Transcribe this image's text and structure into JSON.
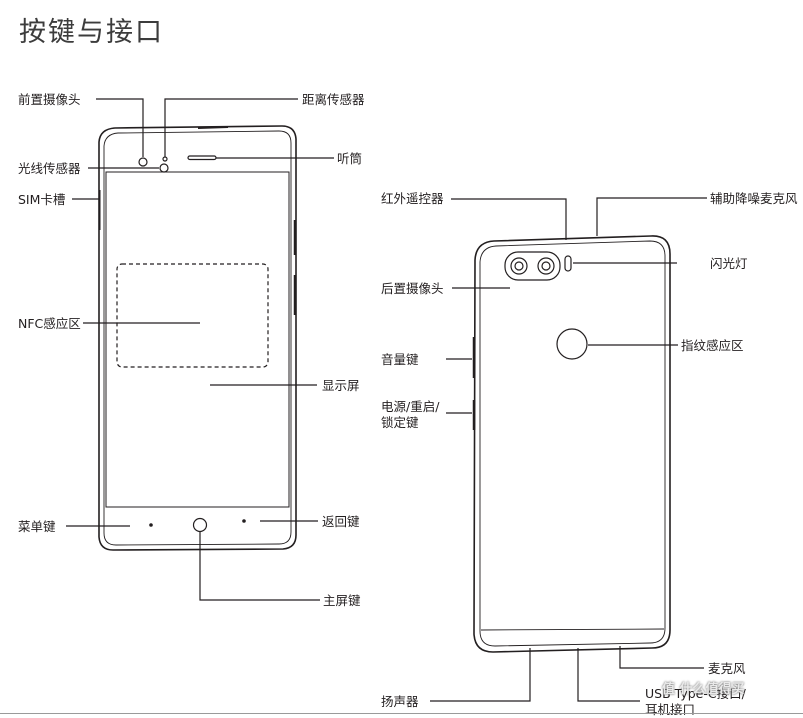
{
  "title": "按键与接口",
  "front": {
    "front_camera": "前置摄像头",
    "proximity_sensor": "距离传感器",
    "light_sensor": "光线传感器",
    "earpiece": "听筒",
    "sim_slot": "SIM卡槽",
    "nfc_area": "NFC感应区",
    "display": "显示屏",
    "menu_key": "菜单键",
    "back_key": "返回键",
    "home_key": "主屏键"
  },
  "back": {
    "ir_remote": "红外遥控器",
    "noise_mic": "辅助降噪麦克风",
    "rear_camera": "后置摄像头",
    "flash": "闪光灯",
    "fingerprint": "指纹感应区",
    "volume_key": "音量键",
    "power_key_line1": "电源/重启/",
    "power_key_line2": "锁定键",
    "microphone": "麦克风",
    "speaker": "扬声器",
    "usb_line1": "USB Type-C接口/",
    "usb_line2": "耳机接口"
  },
  "watermark": "值 什么值得买"
}
